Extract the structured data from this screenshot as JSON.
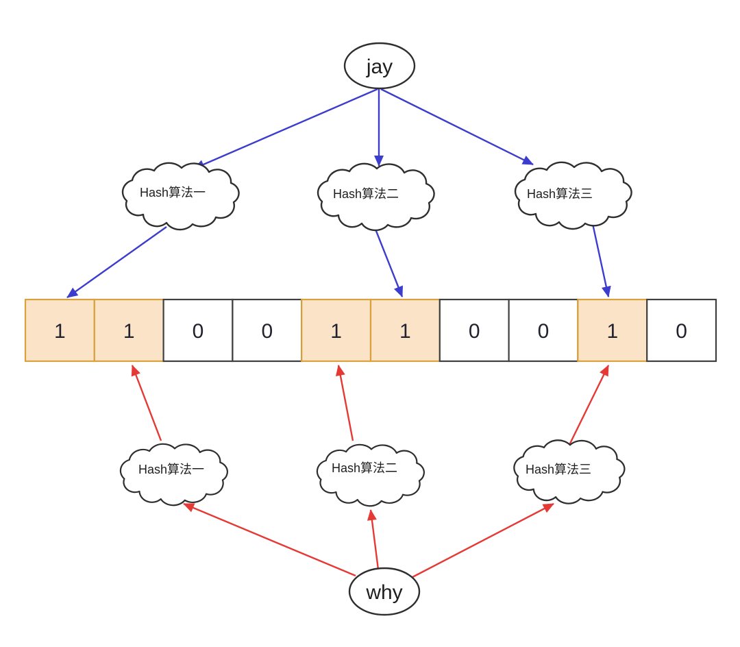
{
  "nodes": {
    "insert_key": "jay",
    "query_key": "why"
  },
  "hash_functions_top": [
    {
      "label": "Hash算法一"
    },
    {
      "label": "Hash算法二"
    },
    {
      "label": "Hash算法三"
    }
  ],
  "hash_functions_bottom": [
    {
      "label": "Hash算法一"
    },
    {
      "label": "Hash算法二"
    },
    {
      "label": "Hash算法三"
    }
  ],
  "bit_array": {
    "cells": [
      {
        "value": "1",
        "highlighted": true
      },
      {
        "value": "1",
        "highlighted": true
      },
      {
        "value": "0",
        "highlighted": false
      },
      {
        "value": "0",
        "highlighted": false
      },
      {
        "value": "1",
        "highlighted": true
      },
      {
        "value": "1",
        "highlighted": true
      },
      {
        "value": "0",
        "highlighted": false
      },
      {
        "value": "0",
        "highlighted": false
      },
      {
        "value": "1",
        "highlighted": true
      },
      {
        "value": "0",
        "highlighted": false
      }
    ]
  },
  "colors": {
    "insert_arrow_blue": "#3c3ccd",
    "query_arrow_red": "#e53935",
    "highlight_fill": "#fbe3c8",
    "highlight_border": "#d9a23c",
    "cell_border": "#3f3f3f",
    "node_border": "#2e2e2e"
  }
}
